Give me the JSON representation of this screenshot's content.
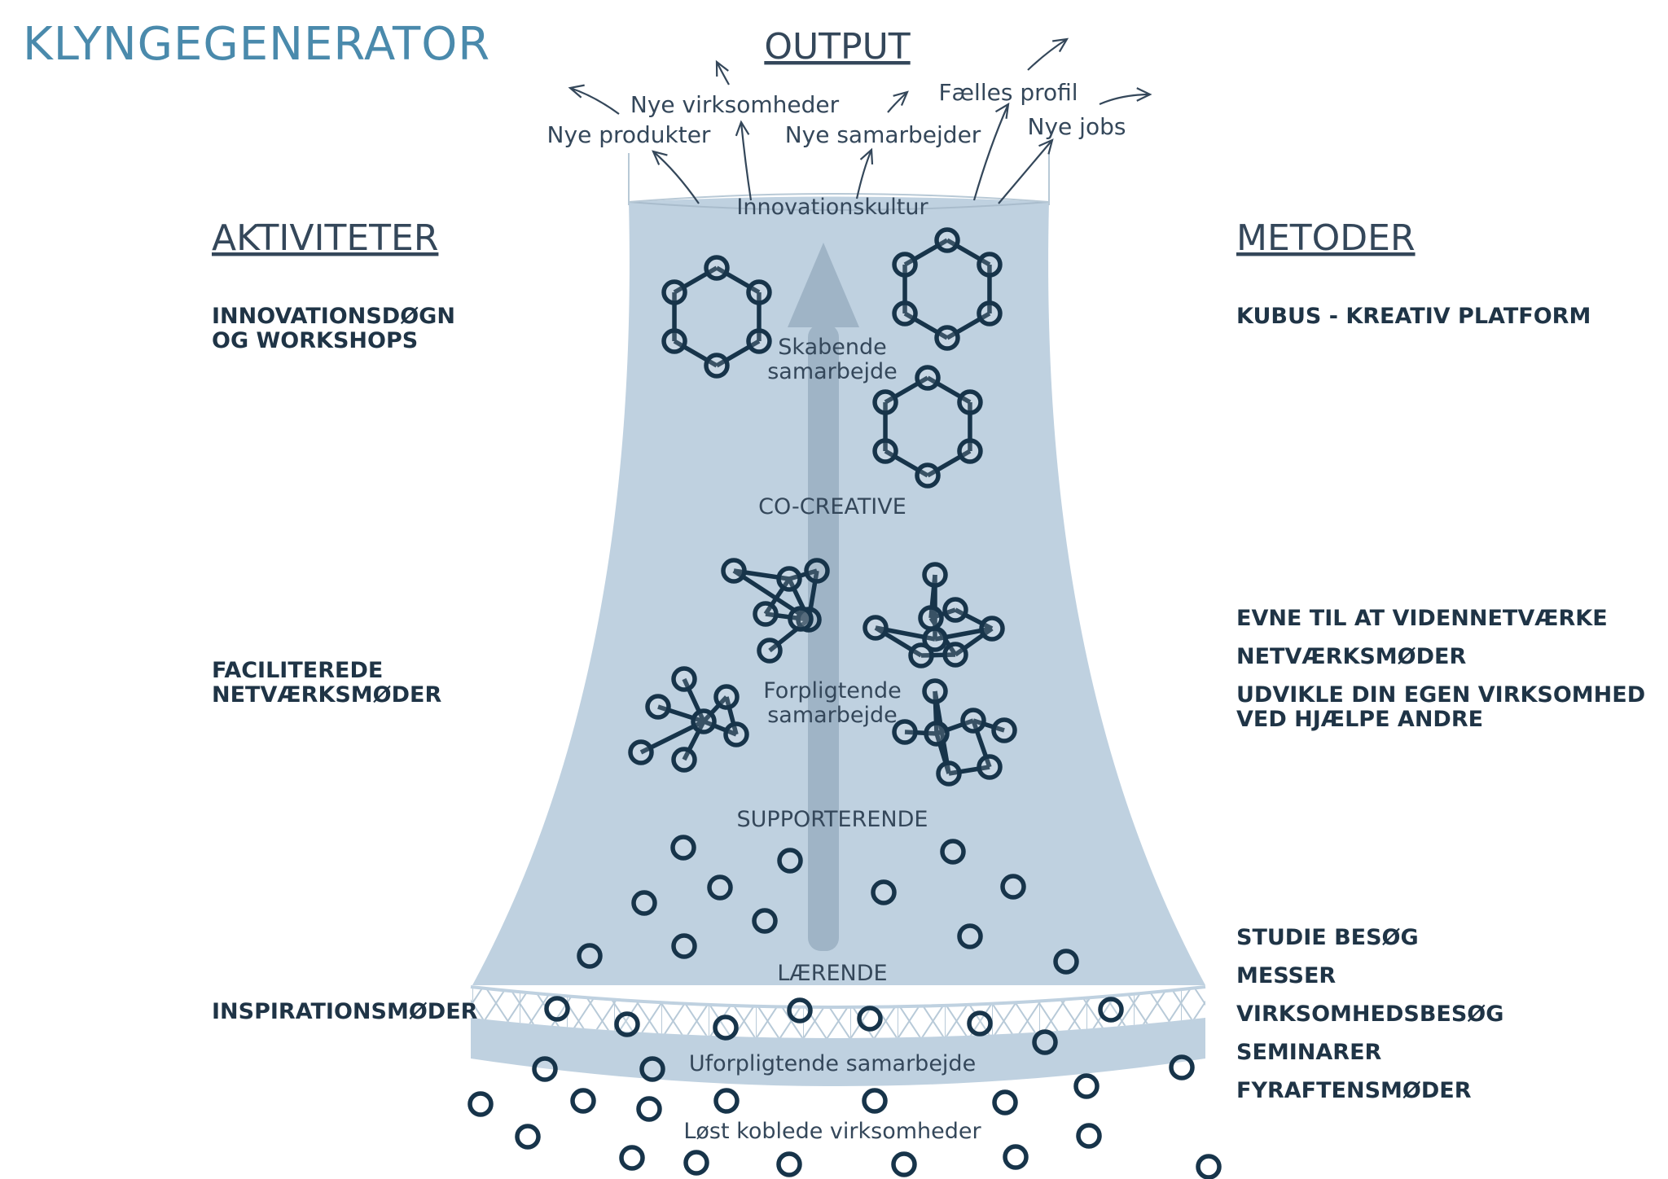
{
  "title": "KLYNGEGENERATOR",
  "headings": {
    "output": "OUTPUT",
    "activities": "AKTIVITETER",
    "methods": "METODER"
  },
  "outputs": [
    "Nye produkter",
    "Nye virksomheder",
    "Nye samarbejder",
    "Fælles profil",
    "Nye jobs"
  ],
  "tower": {
    "top_label": "Innovationskultur",
    "levels": [
      "Skabende samarbejde",
      "CO-CREATIVE",
      "Forpligtende samarbejde",
      "SUPPORTERENDE",
      "LÆRENDE",
      "Uforpligtende samarbejde",
      "Løst koblede virksomheder"
    ]
  },
  "activities": [
    "INNOVATIONSDØGN",
    "OG WORKSHOPS",
    "FACILITEREDE",
    "NETVÆRKSMØDER",
    "INSPIRATIONSMØDER"
  ],
  "methods": [
    "KUBUS - KREATIV PLATFORM",
    "EVNE TIL AT VIDENNETVÆRKE",
    "NETVÆRKSMØDER",
    "UDVIKLE DIN EGEN VIRKSOMHED",
    "VED HJÆLPE ANDRE",
    "STUDIE BESØG",
    "MESSER",
    "VIRKSOMHEDSBESØG",
    "SEMINARER",
    "FYRAFTENSMØDER"
  ],
  "colors": {
    "tower_fill": "#bfd1e0",
    "node_stroke": "#17344a",
    "arrow_fill": "#9fb4c6",
    "title": "#4a8aac"
  }
}
